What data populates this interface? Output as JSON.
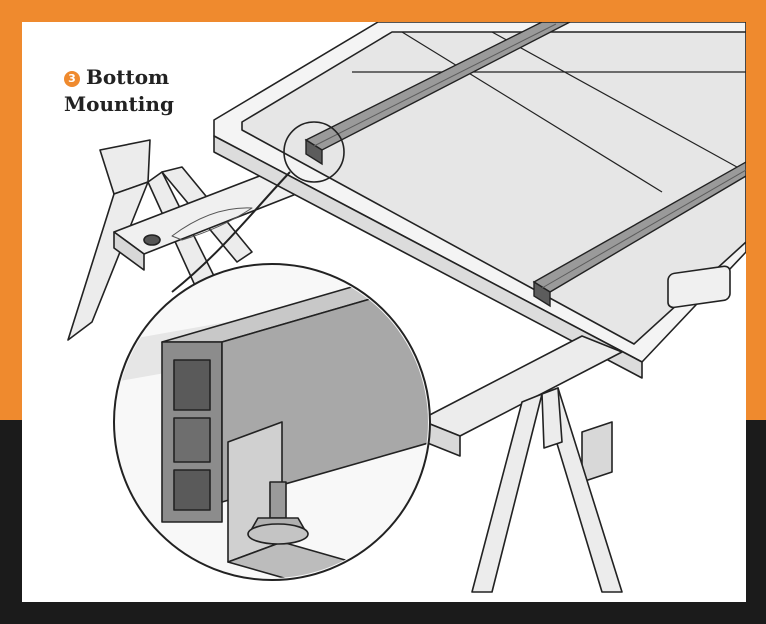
{
  "colors": {
    "frame_orange": "#ef8a2e",
    "frame_black": "#1b1b1b",
    "badge_orange": "#ef8a2e",
    "line": "#222222",
    "panel_light": "#e6e6e6",
    "panel_frame": "#f4f4f4",
    "rail": "#9a9a9a",
    "rail_dark": "#5c5c5c",
    "wood": "#ececec"
  },
  "figure": {
    "step_number": "3",
    "title_line1": "Bottom",
    "title_line2": "Mounting"
  },
  "icons": {
    "step_badge": "numbered-circle-icon"
  }
}
